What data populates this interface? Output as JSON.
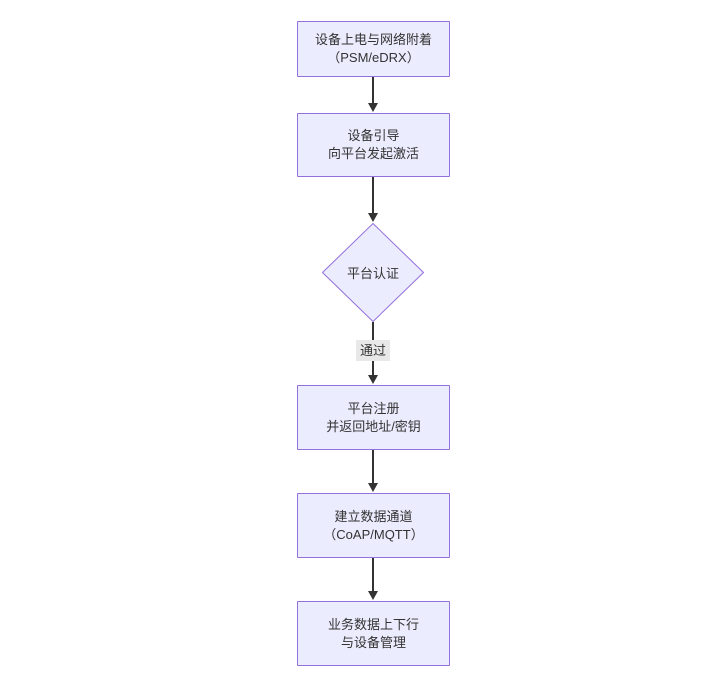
{
  "diagram": {
    "type": "flowchart",
    "direction": "top-to-bottom",
    "colors": {
      "node_fill": "#ECECFF",
      "node_border": "#9370DB",
      "edge_color": "#333333",
      "edge_label_bg": "#e8e8e8",
      "text_color": "#333333",
      "background": "#ffffff"
    },
    "nodes": [
      {
        "shape": "rect",
        "lines": [
          "设备上电与网络附着",
          "（PSM/eDRX）"
        ]
      },
      {
        "shape": "rect",
        "lines": [
          "设备引导",
          "向平台发起激活"
        ]
      },
      {
        "shape": "diamond",
        "lines": [
          "平台认证"
        ]
      },
      {
        "shape": "rect",
        "lines": [
          "平台注册",
          "并返回地址/密钥"
        ]
      },
      {
        "shape": "rect",
        "lines": [
          "建立数据通道",
          "（CoAP/MQTT）"
        ]
      },
      {
        "shape": "rect",
        "lines": [
          "业务数据上下行",
          "与设备管理"
        ]
      }
    ],
    "edges": [
      {
        "from": 0,
        "to": 1,
        "label": ""
      },
      {
        "from": 1,
        "to": 2,
        "label": ""
      },
      {
        "from": 2,
        "to": 3,
        "label": "通过"
      },
      {
        "from": 3,
        "to": 4,
        "label": ""
      },
      {
        "from": 4,
        "to": 5,
        "label": ""
      }
    ]
  }
}
